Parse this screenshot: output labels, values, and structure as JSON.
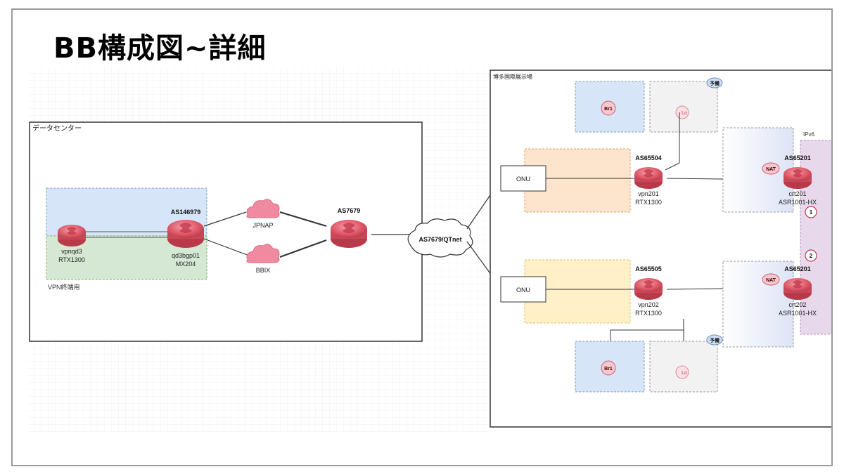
{
  "slide": {
    "title": "BB構成図~詳細"
  },
  "datacenter": {
    "title": "データセンター",
    "vpn_group_label": "VPN終端用",
    "router_vpn": {
      "name": "vpnqd3",
      "model": "RTX1300"
    },
    "router_bgp": {
      "as": "AS146979",
      "name": "qd3bgp01",
      "model": "MX204"
    },
    "ix_jpnap": "JPNAP",
    "ix_bbix": "BBIX",
    "router_upstream": {
      "as": "AS7679"
    },
    "cloud_qtnet": "AS7679/QTnet"
  },
  "site": {
    "title": "博多国際展示場",
    "onu_top": "ONU",
    "onu_bottom": "ONU",
    "vpn201": {
      "as": "AS65504",
      "name": "vpn201",
      "model": "RTX1300"
    },
    "vpn202": {
      "as": "AS65505",
      "name": "vpn202",
      "model": "RTX1300"
    },
    "crt201": {
      "as": "AS65201",
      "name": "crt201",
      "model": "ASR1001-HX"
    },
    "crt202": {
      "as": "AS65201",
      "name": "crt202",
      "model": "ASR1001-HX"
    },
    "nat_label": "NAT",
    "br1_label": "Br1",
    "lo_label": "Lo",
    "reserve_label": "予備",
    "ipv6_label": "IPv6",
    "marker_1": "1",
    "marker_2": "2"
  },
  "colors": {
    "router_red": "#e05a6a",
    "blue_box": "#d6e6f8",
    "green_box": "#d5e8d4",
    "orange_box": "#fde4cc",
    "yellow_box": "#fff0c8",
    "gray_box": "#f2f2f2",
    "purple_band": "#e8d8ec"
  }
}
